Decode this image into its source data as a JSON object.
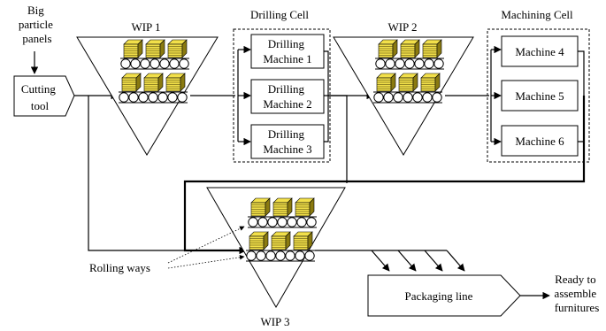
{
  "labels": {
    "input": [
      "Big",
      "particle",
      "panels"
    ],
    "cutting_tool": [
      "Cutting",
      "tool"
    ],
    "wip1": "WIP 1",
    "wip2": "WIP 2",
    "wip3": "WIP 3",
    "drilling_cell": "Drilling Cell",
    "machining_cell": "Machining Cell",
    "drilling_machines": [
      [
        "Drilling",
        "Machine 1"
      ],
      [
        "Drilling",
        "Machine 2"
      ],
      [
        "Drilling",
        "Machine 3"
      ]
    ],
    "machines": [
      "Machine 4",
      "Machine 5",
      "Machine 6"
    ],
    "packaging_line": "Packaging line",
    "rolling_ways": "Rolling ways",
    "output": [
      "Ready to",
      "assemble",
      "furnitures"
    ]
  },
  "colors": {
    "stack_fill": "#f2e04a",
    "stack_dark": "#8a7a10",
    "line": "#000000"
  }
}
